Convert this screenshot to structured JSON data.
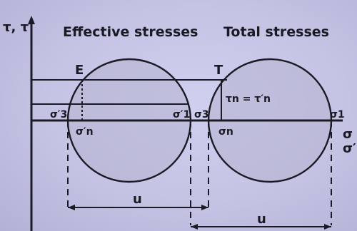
{
  "labels": {
    "y_axis": "τ, τ′",
    "effective": "Effective stresses",
    "total": "Total stresses",
    "point_e": "E",
    "point_t": "T",
    "sigma3_eff": "σ′3",
    "sigma_n_eff": "σ′n",
    "sigma1_eff": "σ′1",
    "sigma3_tot": "σ3",
    "sigma_n_tot": "σn",
    "tau_eq": "τn = τ′n",
    "sigma1_tot": "σ1",
    "x_axis_1": "σ",
    "x_axis_2": "σ′",
    "u_top": "u",
    "u_bottom": "u"
  },
  "colors": {
    "ink": "#1b1b25",
    "background": "#c6c5e3",
    "circle_fill": "#b4b3ce"
  }
}
